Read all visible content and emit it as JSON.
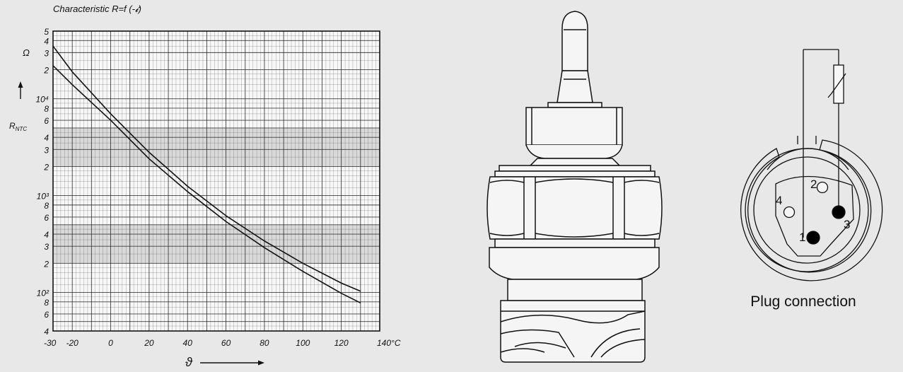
{
  "chart": {
    "title": "Characteristic R=f (-𝓲)",
    "y_unit": "Ω",
    "y_label_main": "R",
    "y_label_sub": "NTC",
    "x_axis_symbol": "ϑ",
    "x_unit_label": "140°C",
    "y_exp_labels": [
      "10⁴",
      "10³",
      "10²"
    ],
    "colors": {
      "grid": "#222222",
      "curve": "#111111",
      "band": "#d9d9d9"
    }
  },
  "chart_data": {
    "type": "line",
    "title": "Characteristic R=f (-𝓲)",
    "xlabel": "ϑ",
    "ylabel": "RNTC",
    "y_scale": "log",
    "xlim": [
      -30,
      140
    ],
    "ylim": [
      40,
      50000
    ],
    "x_ticks": [
      "-30",
      "-20",
      "0",
      "20",
      "40",
      "60",
      "80",
      "100",
      "120",
      "140°C"
    ],
    "y_ticks": [
      "5",
      "4",
      "3",
      "2",
      "10⁴",
      "8",
      "6",
      "4",
      "3",
      "2",
      "10³",
      "8",
      "6",
      "4",
      "3",
      "2",
      "10²",
      "8",
      "6",
      "4"
    ],
    "series": [
      {
        "name": "",
        "x": [
          -30,
          -20,
          0,
          20,
          40,
          60,
          80,
          100,
          120,
          130
        ],
        "y": [
          35000,
          19000,
          7000,
          2800,
          1250,
          620,
          340,
          200,
          125,
          103
        ]
      },
      {
        "name": "",
        "x": [
          -30,
          -20,
          0,
          20,
          40,
          60,
          80,
          100,
          120,
          130
        ],
        "y": [
          22000,
          14000,
          6000,
          2400,
          1100,
          540,
          290,
          165,
          98,
          78
        ]
      }
    ]
  },
  "plug": {
    "caption": "Plug connection",
    "pins": [
      "1",
      "2",
      "3",
      "4"
    ]
  }
}
